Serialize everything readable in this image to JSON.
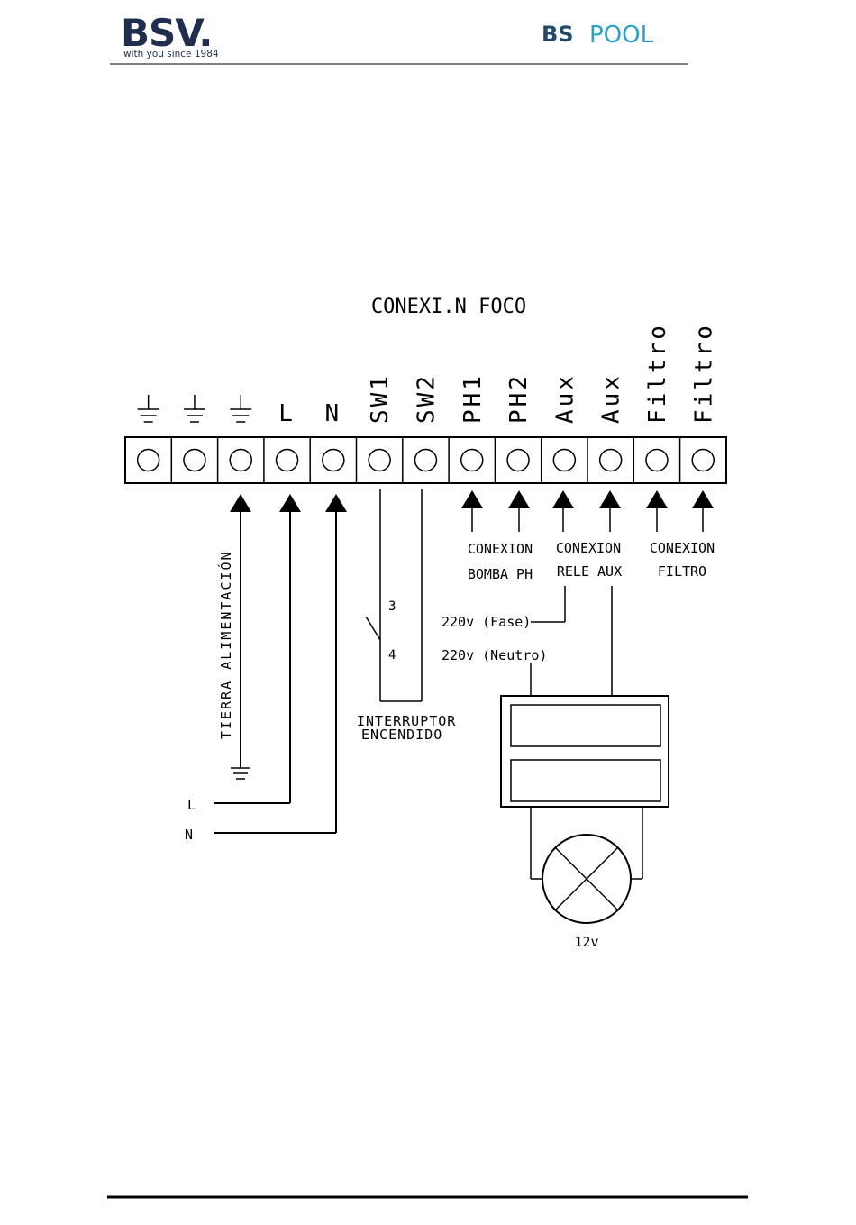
{
  "header": {
    "brand_left": "BSV.",
    "brand_left_tagline": "with you since 1984",
    "brand_right_bs": "BS",
    "brand_right_pool": "POOL",
    "colors": {
      "navy": "#1f2d4e",
      "pool_blue": "#2aa3c9"
    }
  },
  "diagram": {
    "title": "CONEXI.N FOCO",
    "terminals": [
      {
        "label": "",
        "symbol": "ground-icon"
      },
      {
        "label": "",
        "symbol": "ground-icon"
      },
      {
        "label": "",
        "symbol": "ground-icon"
      },
      {
        "label": "L"
      },
      {
        "label": "N"
      },
      {
        "label": "SW1"
      },
      {
        "label": "SW2"
      },
      {
        "label": "PH1"
      },
      {
        "label": "PH2"
      },
      {
        "label": "Aux"
      },
      {
        "label": "Aux"
      },
      {
        "label": "Filtro"
      },
      {
        "label": "Filtro"
      }
    ],
    "tierra_label": "TIERRA ALIMENTACIÓN",
    "supply_l": "L",
    "supply_n": "N",
    "switch_contact_3": "3",
    "switch_contact_4": "4",
    "interruptor_line1": "INTERRUPTOR",
    "interruptor_line2": "ENCENDIDO",
    "conexion_ph_line1": "CONEXION",
    "conexion_ph_line2": "BOMBA PH",
    "conexion_aux_line1": "CONEXION",
    "conexion_aux_line2": "RELE AUX",
    "conexion_filtro_line1": "CONEXION",
    "conexion_filtro_line2": "FILTRO",
    "fase_label": "220v (Fase)",
    "neutro_label": "220v (Neutro)",
    "lamp_voltage": "12v"
  }
}
